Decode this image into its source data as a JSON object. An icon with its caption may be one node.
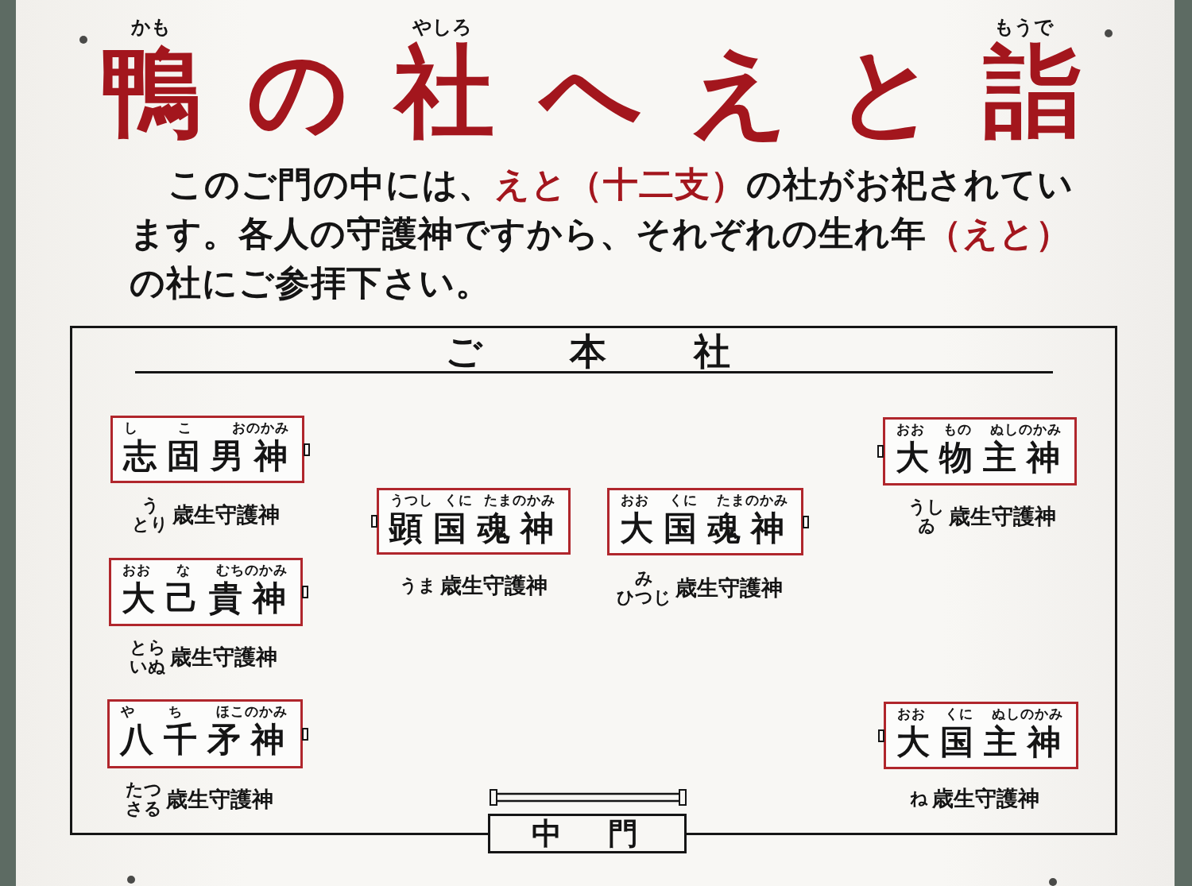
{
  "diagram": {
    "title": "鴨の社へえと詣",
    "nodes": [
      {
        "text": [
          "ご本社"
        ]
      },
      {
        "text": [
          "し",
          "こ",
          "おのかみ",
          "志固男神"
        ],
        "in": 0,
        "beside": [
          "う",
          "とり",
          "歳生守護神"
        ]
      },
      {
        "text": [
          "おお",
          "もの",
          "ぬしのかみ",
          "大物主神"
        ],
        "in": 0,
        "beside": [
          "うし",
          "ゐ",
          "歳生守護神"
        ]
      },
      {
        "text": [
          "うつし",
          "くに",
          "たまのかみ",
          "顕国魂神"
        ],
        "in": 0,
        "beside": [
          "うま",
          "歳生守護神"
        ]
      },
      {
        "text": [
          "おお",
          "くに",
          "たまのかみ",
          "大国魂神"
        ],
        "in": 0,
        "beside": [
          "み",
          "ひつじ",
          "歳生守護神"
        ]
      },
      {
        "text": [
          "おお",
          "な",
          "むちのかみ",
          "大己貴神"
        ],
        "in": 0,
        "beside": [
          "とら",
          "いぬ",
          "歳生守護神"
        ]
      },
      {
        "text": [
          "や",
          "ち",
          "ほこのかみ",
          "八千矛神"
        ],
        "in": 0,
        "beside": [
          "たつ",
          "さる",
          "歳生守護神"
        ]
      },
      {
        "text": [
          "おお",
          "くに",
          "ぬしのかみ",
          "大国主神"
        ],
        "in": 0,
        "beside": [
          "ね",
          "歳生守護神"
        ]
      },
      {
        "text": [
          "中門"
        ]
      }
    ],
    "labels": [
      "かも",
      "やしろ",
      "もうで",
      "このご門の中には、**えと（十二支）**の社がお祀されています。各人の守護神ですから、それぞれの生れ年**（えと）**の社にご参拝下さい。"
    ]
  }
}
